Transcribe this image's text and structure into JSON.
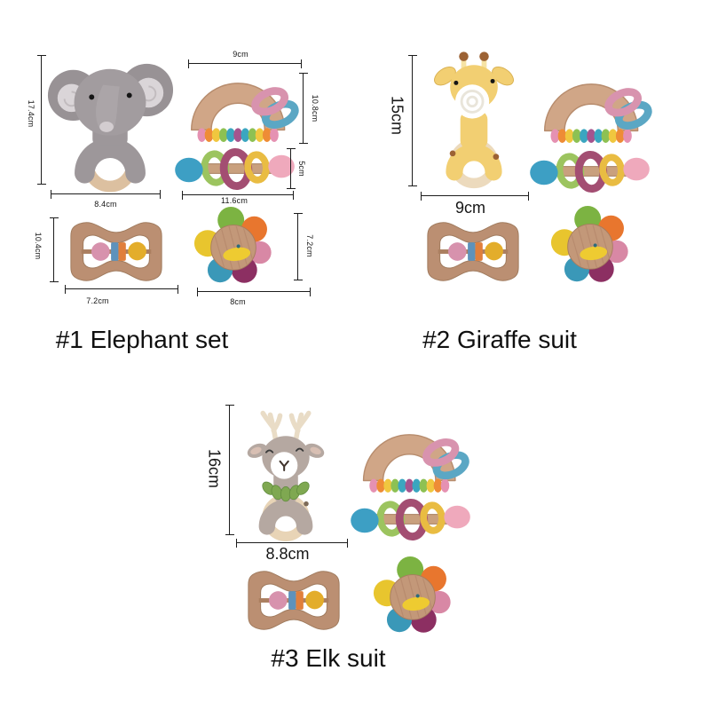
{
  "page": {
    "background": "#ffffff"
  },
  "product_sets": [
    {
      "title": "#1 Elephant set",
      "animal": "elephant",
      "dimensions": {
        "animal_height": "17.4cm",
        "animal_width": "8.4cm",
        "rainbow_width": "9cm",
        "rainbow_height": "10.8cm",
        "stick_rattle_height": "5cm",
        "stick_rattle_width": "11.6cm",
        "frame_rattle_height": "10.4cm",
        "frame_rattle_width": "7.2cm",
        "flower_rattle_height": "7.2cm",
        "flower_rattle_width": "8cm"
      }
    },
    {
      "title": "#2 Giraffe suit",
      "animal": "giraffe",
      "dimensions": {
        "animal_height": "15cm",
        "animal_width": "9cm"
      }
    },
    {
      "title": "#3 Elk suit",
      "animal": "elk",
      "dimensions": {
        "animal_height": "16cm",
        "animal_width": "8.8cm"
      }
    }
  ],
  "palette": {
    "background": "#ffffff",
    "text": "#101010",
    "dimension_lines": "#1c1c1c",
    "wood_light": "#e8d4b6",
    "wood_medium": "#d0a687",
    "wood_dark": "#bb8f72",
    "elephant_gray": "#a29c9f",
    "giraffe_yellow": "#f2cf72",
    "elk_taupe": "#b5a8a1",
    "bead_pink": "#e591b2",
    "bead_orange": "#ee8c36",
    "bead_yellow": "#f0c73f",
    "bead_green": "#8dc153",
    "bead_teal": "#3ba6c0",
    "bead_purple": "#a5548e",
    "ring_pink": "#d893ae",
    "ring_blue": "#5ba7c4",
    "ring_maroon": "#a34e72",
    "collar_green": "#7fa851"
  }
}
